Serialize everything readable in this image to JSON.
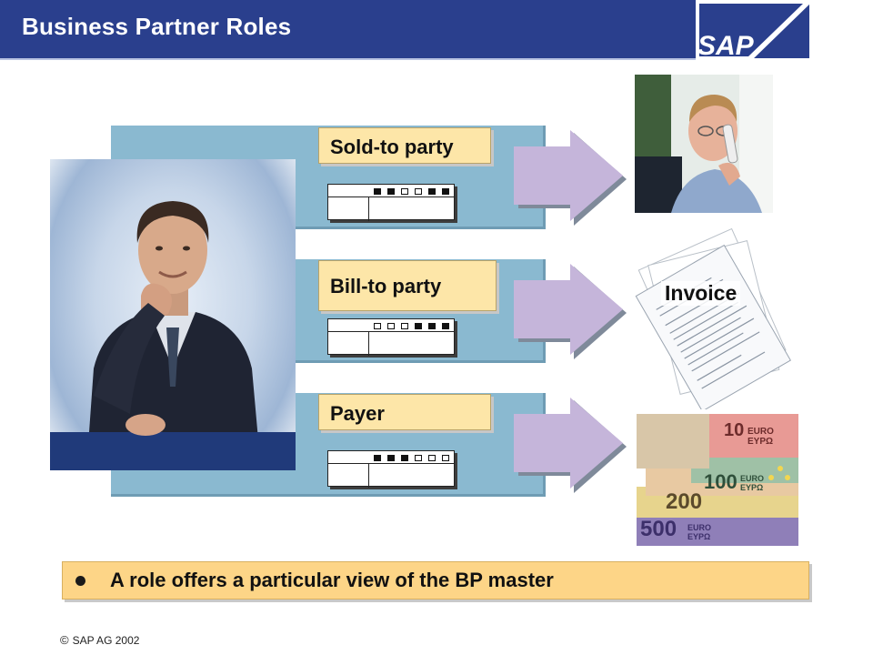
{
  "header": {
    "title": "Business Partner Roles",
    "logo_text": "SAP"
  },
  "roles": [
    {
      "label": "Sold-to party",
      "indicators": [
        1,
        1,
        0,
        0,
        1,
        1
      ]
    },
    {
      "label": "Bill-to party",
      "indicators": [
        0,
        0,
        0,
        1,
        1,
        1
      ]
    },
    {
      "label": "Payer",
      "indicators": [
        1,
        1,
        1,
        0,
        0,
        0
      ]
    }
  ],
  "targets": {
    "invoice_label": "Invoice"
  },
  "money": {
    "note_10": "10",
    "note_100": "100",
    "note_200": "200",
    "note_500": "500",
    "euro": "EURO",
    "eypo": "ΕΥΡΩ"
  },
  "bullet": {
    "text": "A role offers a particular view of the BP master"
  },
  "footer": {
    "copyright_symbol": "©",
    "text": "SAP AG 2002"
  },
  "colors": {
    "header": "#2a3f8d",
    "panel": "#8ab9d0",
    "label": "#fde6a8",
    "arrow": "#c5b5da",
    "bullet": "#fdd587"
  }
}
